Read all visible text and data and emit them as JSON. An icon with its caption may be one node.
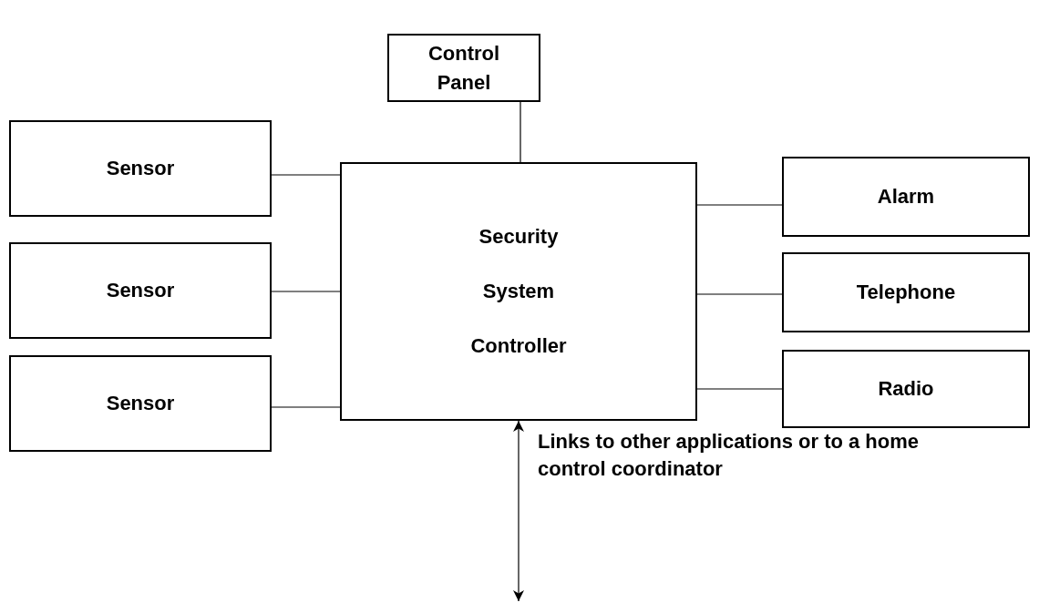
{
  "diagram": {
    "nodes": [
      {
        "text": [
          "Control Panel"
        ]
      },
      {
        "text": [
          "Sensor"
        ]
      },
      {
        "text": [
          "Sensor"
        ]
      },
      {
        "text": [
          "Sensor"
        ]
      },
      {
        "text": [
          "Security System Controller"
        ]
      },
      {
        "text": [
          "Alarm"
        ]
      },
      {
        "text": [
          "Telephone"
        ]
      },
      {
        "text": [
          "Radio"
        ]
      }
    ],
    "edges": [
      {
        "from": 0,
        "to": 4,
        "arrow": "none"
      },
      {
        "from": 1,
        "to": 4,
        "arrow": "none"
      },
      {
        "from": 2,
        "to": 4,
        "arrow": "none"
      },
      {
        "from": 3,
        "to": 4,
        "arrow": "none"
      },
      {
        "from": 4,
        "to": 5,
        "arrow": "none"
      },
      {
        "from": 4,
        "to": 6,
        "arrow": "none"
      },
      {
        "from": 4,
        "to": 7,
        "arrow": "none"
      },
      {
        "from": 4,
        "to": null,
        "arrow": "both",
        "label": "Links to other applications or to a home control coordinator"
      }
    ]
  }
}
